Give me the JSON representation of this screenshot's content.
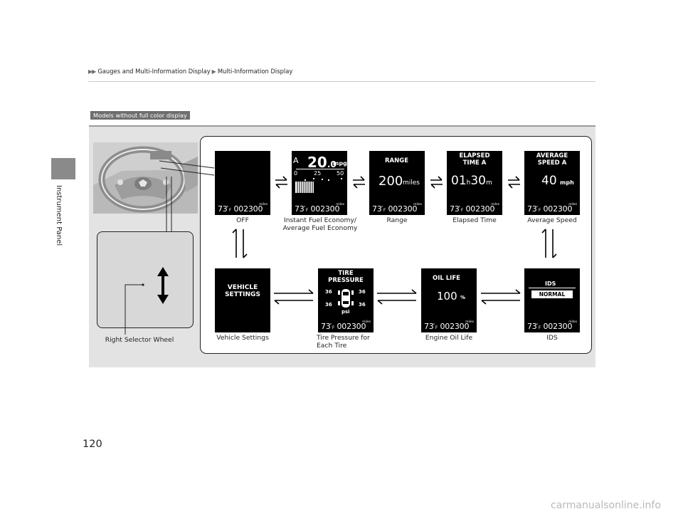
{
  "breadcrumb": {
    "items": [
      "Gauges and Multi-Information Display",
      "Multi-Information Display"
    ]
  },
  "side_tab": {
    "label": "Instrument Panel"
  },
  "badge": {
    "label": "Models without full color display"
  },
  "page_number": "120",
  "watermark": "carmanualsonline.info",
  "odometer": {
    "temp": "73",
    "temp_unit": "F",
    "reading": "002300",
    "unit": "miles"
  },
  "screens": {
    "off": {
      "caption": "OFF"
    },
    "fuel_economy": {
      "caption": "Instant Fuel Economy/\nAverage Fuel Economy",
      "marker": "A",
      "value_int": "20",
      "value_dec": ".0",
      "unit": "mpg",
      "scale": [
        "0",
        "25",
        "50"
      ]
    },
    "range": {
      "caption": "Range",
      "title": "RANGE",
      "value": "200",
      "unit": "miles"
    },
    "elapsed_time": {
      "caption": "Elapsed Time",
      "title": "ELAPSED\nTIME A",
      "hours": "01",
      "h_unit": "h",
      "minutes": "30",
      "m_unit": "m"
    },
    "average_speed": {
      "caption": "Average Speed",
      "title": "AVERAGE\nSPEED A",
      "value": "40",
      "unit": "mph"
    },
    "vehicle_settings": {
      "caption": "Vehicle Settings",
      "title": "VEHICLE\nSETTINGS"
    },
    "tire_pressure": {
      "caption": "Tire Pressure for\nEach Tire",
      "title": "TIRE\nPRESSURE",
      "fl": "36",
      "fr": "36",
      "rl": "36",
      "rr": "36",
      "unit": "psi"
    },
    "engine_oil": {
      "caption": "Engine Oil Life",
      "title": "OIL LIFE",
      "value": "100",
      "unit": "%"
    },
    "ids": {
      "caption": "IDS",
      "title": "IDS",
      "mode": "NORMAL"
    }
  },
  "selector": {
    "caption": "Right Selector Wheel"
  }
}
